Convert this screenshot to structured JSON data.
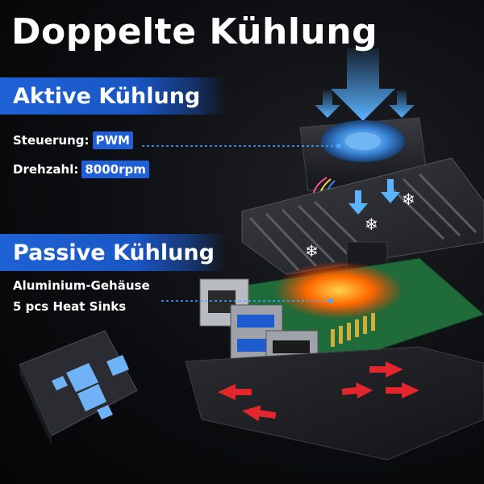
{
  "title": "Doppelte Kühlung",
  "active": {
    "heading": "Aktive Kühlung",
    "specs": [
      {
        "label": "Steuerung:",
        "value": "PWM"
      },
      {
        "label": "Drehzahl:",
        "value": "8000rpm"
      }
    ]
  },
  "passive": {
    "heading": "Passive Kühlung",
    "lines": [
      "Aluminium-Gehäuse",
      "5 pcs Heat Sinks"
    ]
  },
  "colors": {
    "accent": "#1f5fd8",
    "arrow_blue": "#4aa6ff",
    "heat": "#ff6a00",
    "hot_arrow": "#e2262b"
  }
}
